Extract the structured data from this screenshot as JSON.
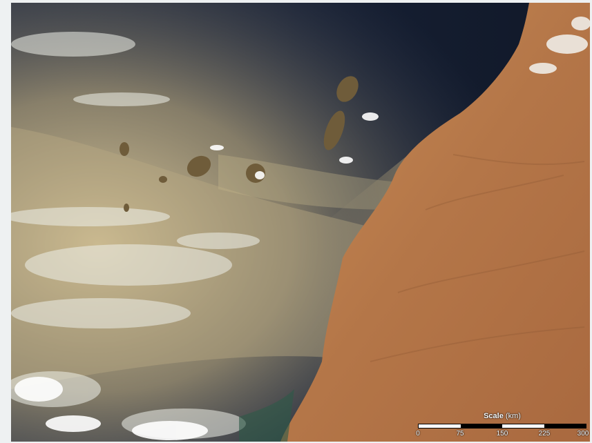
{
  "image": {
    "description_colors": {
      "ocean": "#141b2c",
      "dust": "#b8a37a",
      "desert": "#b87a4a",
      "cloud": "#f2f2ee",
      "frame": "#eef1f2"
    }
  },
  "scale": {
    "title_bold": "Scale",
    "title_unit": "(km)",
    "ticks": [
      "0",
      "75",
      "150",
      "225",
      "300"
    ]
  }
}
